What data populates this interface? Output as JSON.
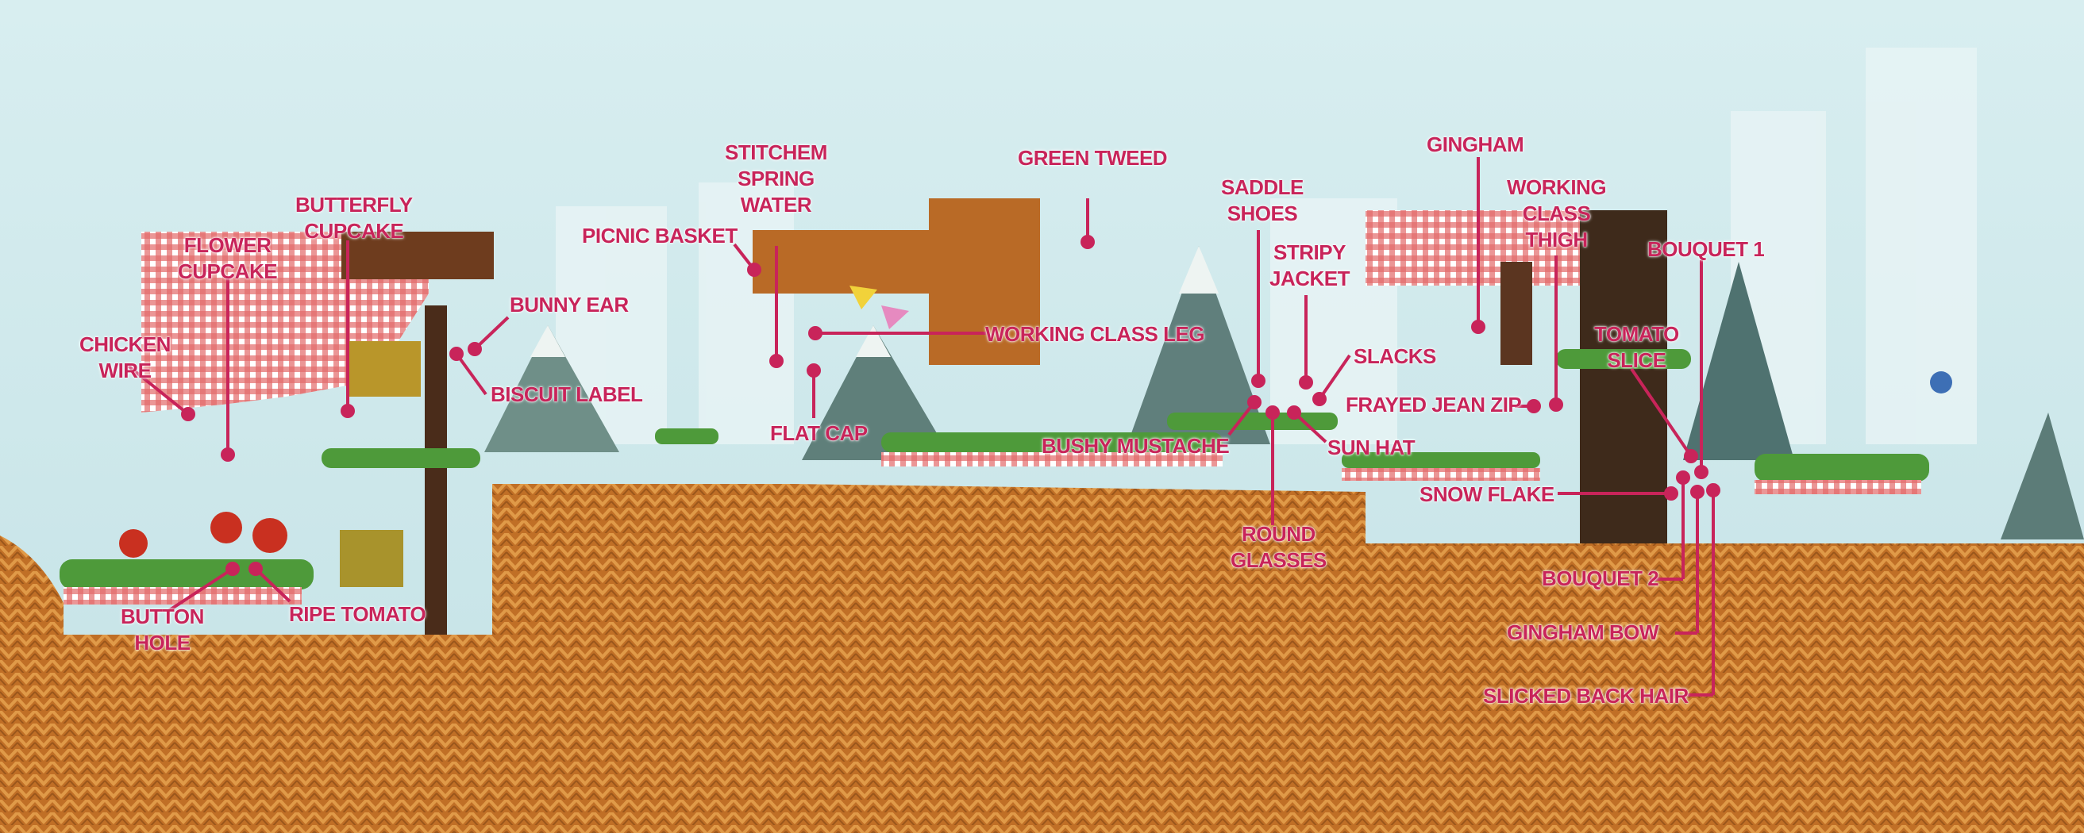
{
  "accent_color": "#c8245a",
  "scene": {
    "sky_color": "#dcefef",
    "knit_color": "#c5762a",
    "icons": [
      "mountain-icon",
      "tent-icon",
      "gingham-canopy-icon",
      "flag-icon",
      "tomato-icon",
      "sign-icon",
      "bird-icon"
    ]
  },
  "labels": [
    {
      "id": "chicken-wire",
      "text": "CHICKEN\nWIRE"
    },
    {
      "id": "flower-cupcake",
      "text": "FLOWER\nCUPCAKE"
    },
    {
      "id": "butterfly-cupcake",
      "text": "BUTTERFLY\nCUPCAKE"
    },
    {
      "id": "bunny-ear",
      "text": "BUNNY EAR"
    },
    {
      "id": "biscuit-label",
      "text": "BISCUIT LABEL"
    },
    {
      "id": "picnic-basket",
      "text": "PICNIC BASKET"
    },
    {
      "id": "stitchem-spring-water",
      "text": "STITCHEM\nSPRING\nWATER"
    },
    {
      "id": "green-tweed",
      "text": "GREEN TWEED"
    },
    {
      "id": "working-class-leg",
      "text": "WORKING CLASS LEG"
    },
    {
      "id": "flat-cap",
      "text": "FLAT CAP"
    },
    {
      "id": "saddle-shoes",
      "text": "SADDLE\nSHOES"
    },
    {
      "id": "stripy-jacket",
      "text": "STRIPY\nJACKET"
    },
    {
      "id": "slacks",
      "text": "SLACKS"
    },
    {
      "id": "gingham",
      "text": "GINGHAM"
    },
    {
      "id": "working-class-thigh",
      "text": "WORKING\nCLASS\nTHIGH"
    },
    {
      "id": "bouquet-1",
      "text": "BOUQUET 1"
    },
    {
      "id": "tomato-slice",
      "text": "TOMATO\nSLICE"
    },
    {
      "id": "frayed-jean-zip",
      "text": "FRAYED JEAN ZIP"
    },
    {
      "id": "bushy-mustache",
      "text": "BUSHY MUSTACHE"
    },
    {
      "id": "sun-hat",
      "text": "SUN HAT"
    },
    {
      "id": "snow-flake",
      "text": "SNOW FLAKE"
    },
    {
      "id": "round-glasses",
      "text": "ROUND\nGLASSES"
    },
    {
      "id": "bouquet-2",
      "text": "BOUQUET 2"
    },
    {
      "id": "gingham-bow",
      "text": "GINGHAM BOW"
    },
    {
      "id": "slicked-back-hair",
      "text": "SLICKED BACK HAIR"
    },
    {
      "id": "button-hole",
      "text": "BUTTON\nHOLE"
    },
    {
      "id": "ripe-tomato",
      "text": "RIPE TOMATO"
    }
  ]
}
